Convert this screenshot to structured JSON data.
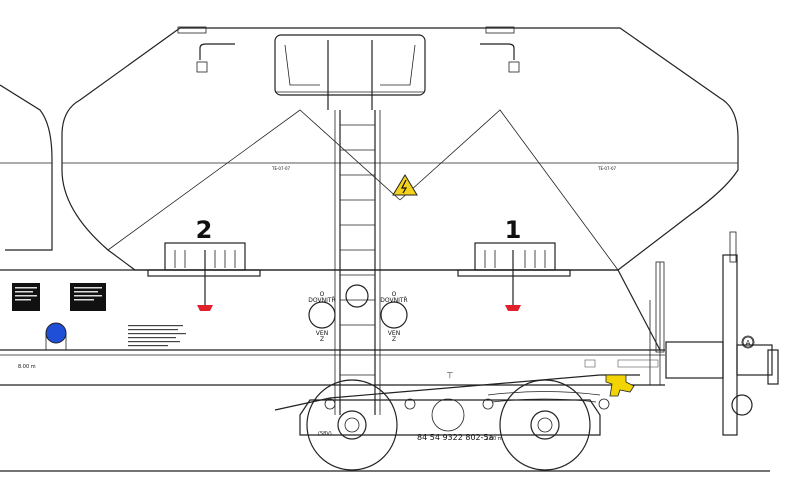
{
  "hopper_numbers": {
    "left": "2",
    "right": "1"
  },
  "hatch_labels": {
    "in": "O\nDOVNITŘ",
    "out": "VEN\nZ"
  },
  "wagon_number": "84 54 9322 802-5a",
  "dimension_right": "2.00 m",
  "dimension_left": "8.00 m",
  "small_code_left": "(58V)",
  "marker_A": "A",
  "warning_icon": "high-voltage-warning-icon",
  "colors": {
    "line": "#222222",
    "warning_fill": "#f4d21c",
    "valve_red": "#e0202a",
    "marker_blue": "#1f4fd6",
    "coupler_yellow": "#f2d400",
    "plate_black": "#111111"
  }
}
